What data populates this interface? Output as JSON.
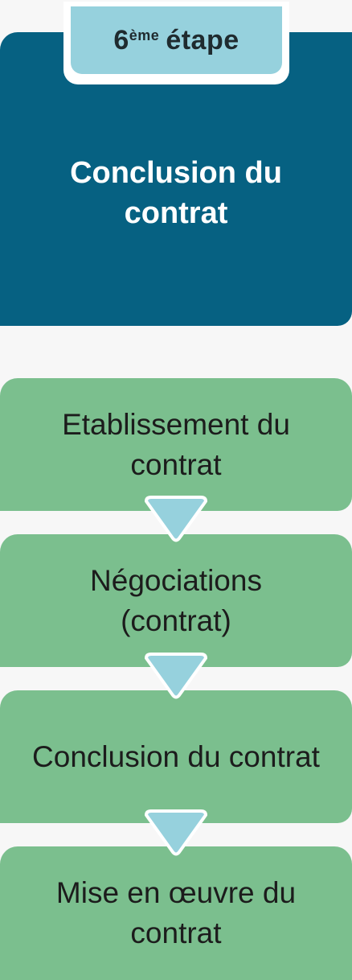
{
  "header": {
    "step_number": "6",
    "step_suffix": "ème",
    "step_word": "étape",
    "title_line1": "Conclusion du",
    "title_line2": "contrat"
  },
  "steps": [
    {
      "line1": "Etablissement du",
      "line2": "contrat"
    },
    {
      "line1": "Négociations",
      "line2": "(contrat)"
    },
    {
      "line1": "Conclusion du contrat",
      "line2": ""
    },
    {
      "line1": "Mise en œuvre du",
      "line2": "contrat"
    }
  ],
  "colors": {
    "header_bg": "#066182",
    "tab_bg": "#96d1dd",
    "step_bg": "#7bbf8e",
    "arrow": "#96d1dd"
  }
}
